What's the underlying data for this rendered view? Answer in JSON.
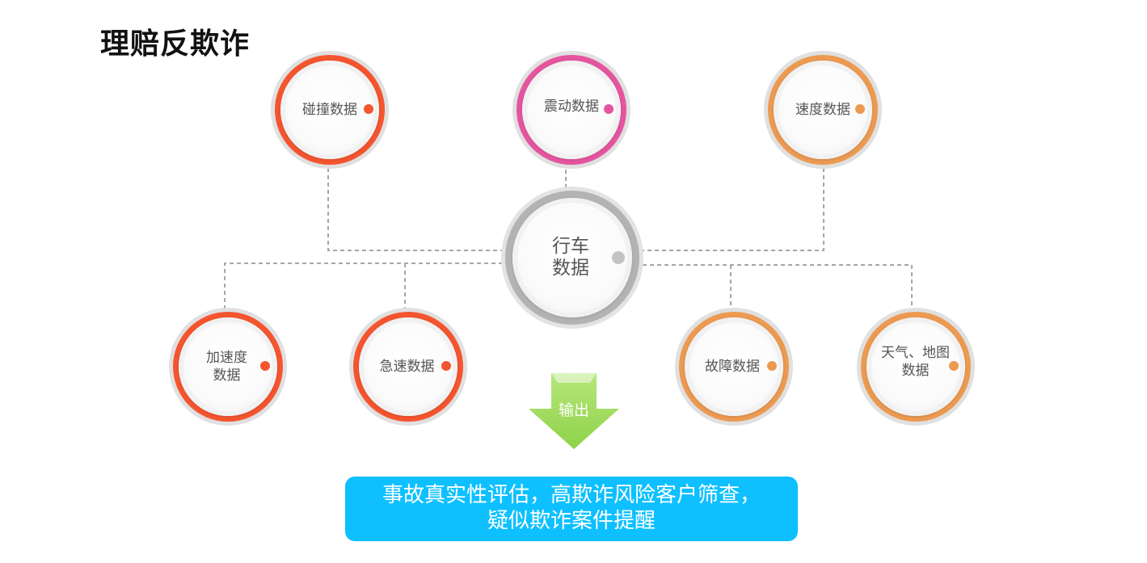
{
  "title": "理赔反欺诈",
  "center": {
    "line1": "行车",
    "line2": "数据",
    "ring_color": "#b3b3b3"
  },
  "top_nodes": [
    {
      "label": "碰撞数据",
      "color": "#f4552f"
    },
    {
      "label": "震动数据",
      "color": "#e5559f"
    },
    {
      "label": "速度数据",
      "color": "#ec9a52"
    }
  ],
  "bottom_nodes": [
    {
      "line1": "加速度",
      "line2": "数据",
      "color": "#f4552f"
    },
    {
      "line1": "急速数据",
      "line2": "",
      "color": "#f4552f"
    },
    {
      "line1": "故障数据",
      "line2": "",
      "color": "#ec9a52"
    },
    {
      "line1": "天气、地图",
      "line2": "数据",
      "color": "#ec9a52"
    }
  ],
  "arrow": {
    "label": "输出",
    "color": "#9fdd5c"
  },
  "output": {
    "line1": "事故真实性评估，高欺诈风险客户筛查，",
    "line2": "疑似欺诈案件提醒",
    "color": "#0ec0ff"
  }
}
